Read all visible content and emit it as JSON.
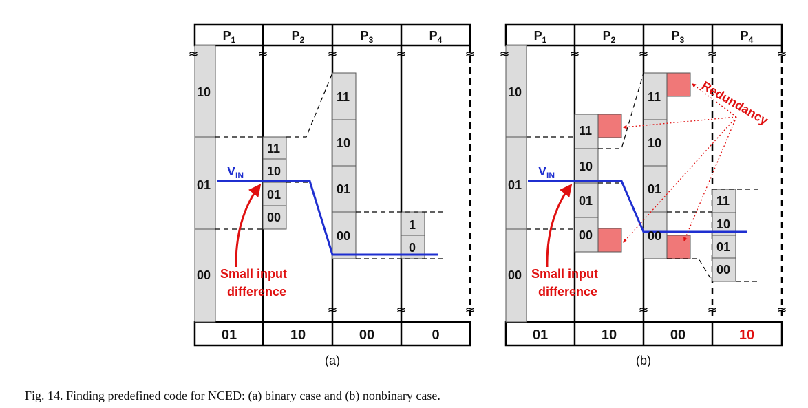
{
  "panel_a": {
    "subtitle": "(a)",
    "phases": [
      {
        "base": "P",
        "sub": "1"
      },
      {
        "base": "P",
        "sub": "2"
      },
      {
        "base": "P",
        "sub": "3"
      },
      {
        "base": "P",
        "sub": "4"
      }
    ],
    "codes": [
      "01",
      "10",
      "00",
      "0"
    ],
    "p1_levels": [
      "10",
      "01",
      "00"
    ],
    "p2_levels": [
      "11",
      "10",
      "01",
      "00"
    ],
    "p3_levels": [
      "11",
      "10",
      "01",
      "00"
    ],
    "p4_levels": [
      "1",
      "0"
    ],
    "vin": {
      "base": "V",
      "sub": "IN"
    },
    "annotation": [
      "Small input",
      "difference"
    ]
  },
  "panel_b": {
    "subtitle": "(b)",
    "phases": [
      {
        "base": "P",
        "sub": "1"
      },
      {
        "base": "P",
        "sub": "2"
      },
      {
        "base": "P",
        "sub": "3"
      },
      {
        "base": "P",
        "sub": "4"
      }
    ],
    "codes": [
      "01",
      "10",
      "00",
      "10"
    ],
    "p1_levels": [
      "10",
      "01",
      "00"
    ],
    "p2_levels": [
      "11",
      "10",
      "01",
      "00"
    ],
    "p3_levels": [
      "11",
      "10",
      "01",
      "00"
    ],
    "p4_levels": [
      "11",
      "10",
      "01",
      "00"
    ],
    "vin": {
      "base": "V",
      "sub": "IN"
    },
    "annotation": [
      "Small input",
      "difference"
    ],
    "redundancy_label": "Redundancy"
  },
  "caption": "Fig. 14.   Finding predefined code for NCED: (a) binary case and (b) nonbinary case.",
  "colors": {
    "signal": "#1f2fd0",
    "annotation": "#e01010",
    "redundancy_fill": "#f07878",
    "level_fill": "#dcdcdc",
    "highlight_code": "#e01010"
  }
}
